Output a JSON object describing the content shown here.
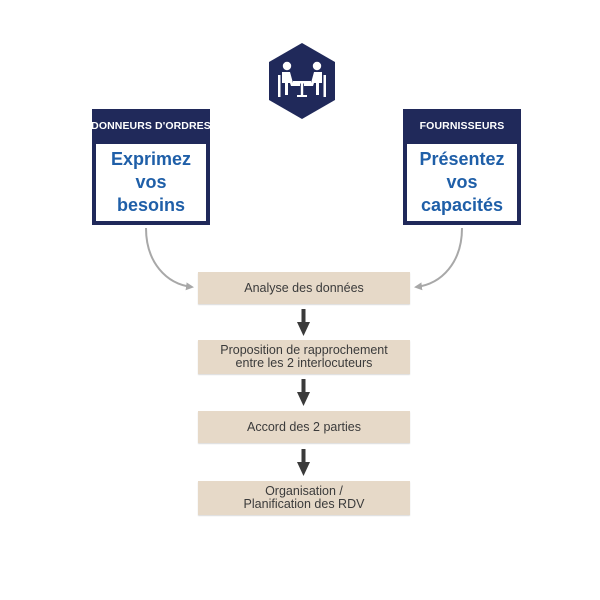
{
  "icon": {
    "name": "meeting-table-icon",
    "color": "#20295a"
  },
  "left_card": {
    "header": "DONNEURS D'ORDRES",
    "body": "Exprimez\nvos\nbesoins"
  },
  "right_card": {
    "header": "FOURNISSEURS",
    "body": "Présentez\nvos\ncapacités"
  },
  "steps": [
    {
      "label": "Analyse des données"
    },
    {
      "label": "Proposition de rapprochement\nentre les 2 interlocuteurs"
    },
    {
      "label": "Accord des 2 parties"
    },
    {
      "label": "Organisation /\nPlanification des RDV"
    }
  ],
  "colors": {
    "navy": "#20295a",
    "accent_text": "#1f5fa8",
    "step_fill": "#e6d9c8",
    "arrow": "#3a3a3a",
    "connector": "#a8a8a8"
  }
}
